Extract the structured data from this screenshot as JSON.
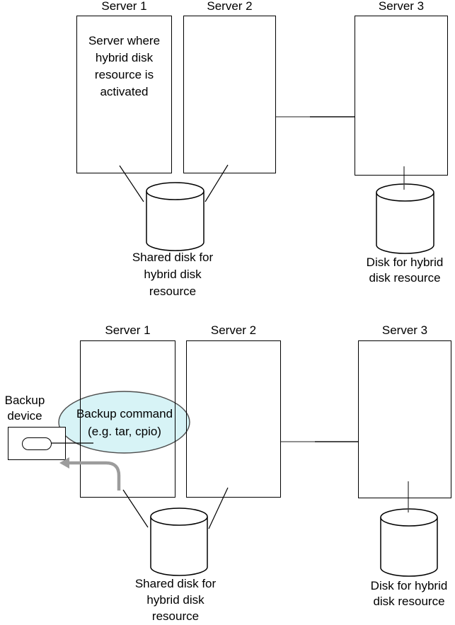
{
  "diagram_top": {
    "servers": [
      {
        "label": "Server 1",
        "note": "Server where\nhybrid disk\nresource is\nactivated"
      },
      {
        "label": "Server 2"
      },
      {
        "label": "Server 3"
      }
    ],
    "shared_disk_label": "Shared disk for\nhybrid disk\nresource",
    "hybrid_disk_label": "Disk for hybrid\ndisk resource"
  },
  "diagram_bottom": {
    "servers": [
      {
        "label": "Server 1"
      },
      {
        "label": "Server 2"
      },
      {
        "label": "Server 3"
      }
    ],
    "backup_device_label": "Backup\ndevice",
    "backup_command_label": "Backup command\n(e.g. tar, cpio)",
    "shared_disk_label": "Shared disk for\nhybrid disk\nresource",
    "hybrid_disk_label": "Disk for hybrid\ndisk resource"
  },
  "colors": {
    "ellipse_fill": "#d7f3f6",
    "ellipse_stroke": "#4d4d4d",
    "arrow_gray": "#9c9c9c",
    "connector_gray": "#8f8f8f",
    "connector_dark": "#4d4d4d"
  }
}
